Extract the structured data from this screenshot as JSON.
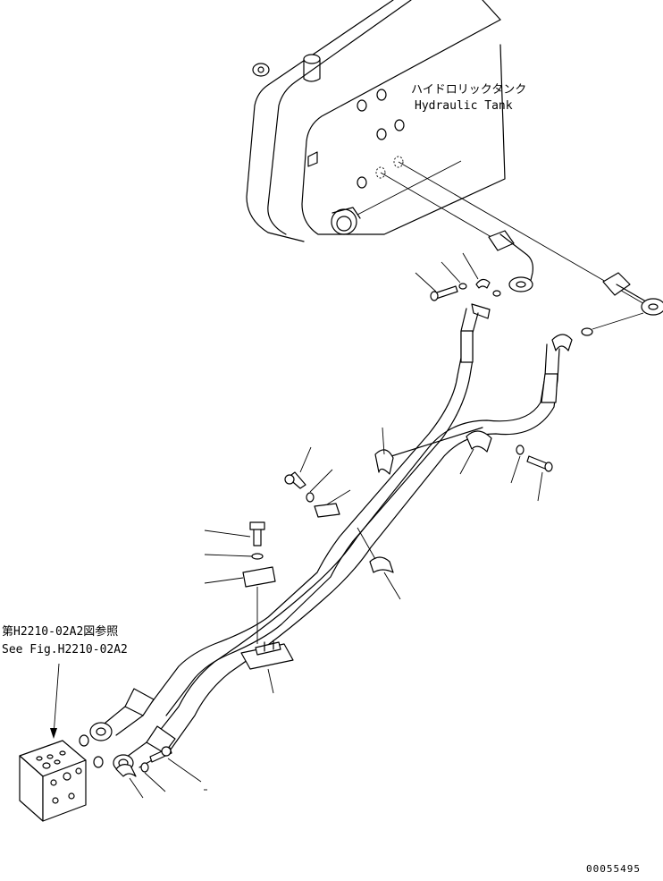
{
  "labels": {
    "tank_jp": "ハイドロリックタンク",
    "tank_en": "Hydraulic Tank",
    "ref_jp": "第H2210-02A2図参照",
    "ref_en": "See Fig.H2210-02A2",
    "drawing_no": "00055495"
  }
}
